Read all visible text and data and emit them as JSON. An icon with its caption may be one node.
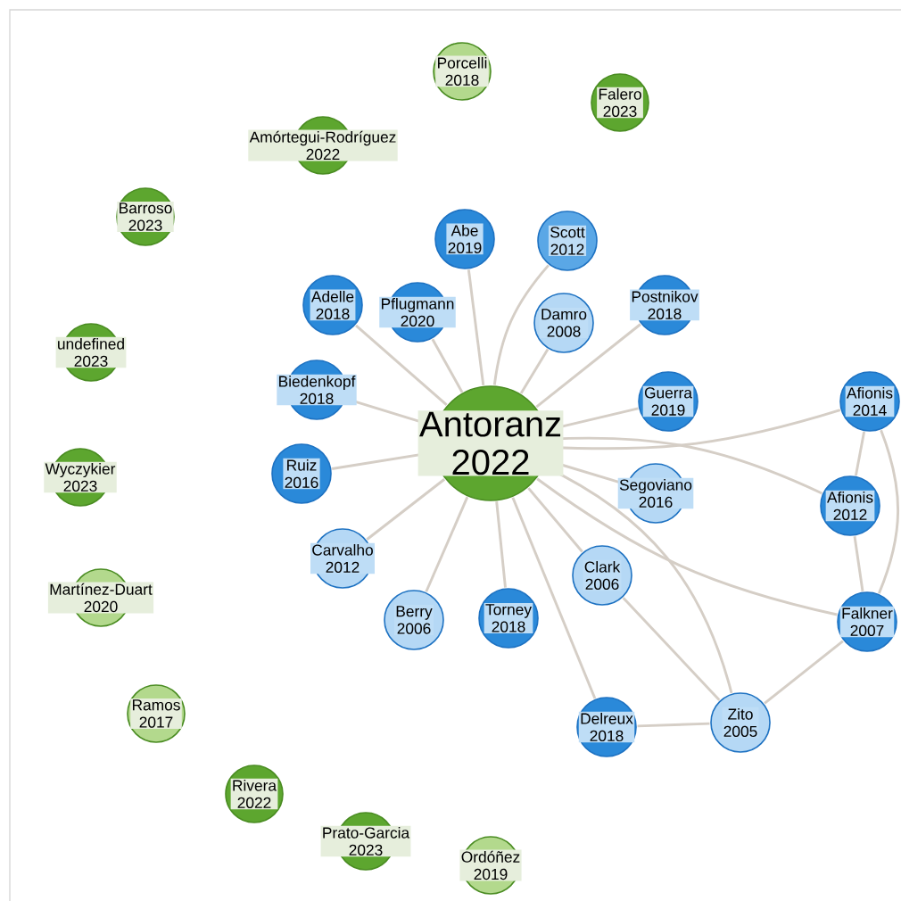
{
  "diagram": {
    "nodes": [
      {
        "text": [
          "Porcelli 2018"
        ]
      },
      {
        "text": [
          "Falero 2023"
        ]
      },
      {
        "text": [
          "Amórtegui-Rodríguez 2022"
        ]
      },
      {
        "text": [
          "Barroso 2023"
        ]
      },
      {
        "text": [
          "undefined 2023"
        ]
      },
      {
        "text": [
          "Wyczykier 2023"
        ]
      },
      {
        "text": [
          "Martínez-Duart 2020"
        ]
      },
      {
        "text": [
          "Ramos 2017"
        ]
      },
      {
        "text": [
          "Rivera 2022"
        ]
      },
      {
        "text": [
          "Prato-Garcia 2023"
        ]
      },
      {
        "text": [
          "Ordóñez 2019"
        ]
      },
      {
        "text": [
          "Antoranz 2022"
        ]
      },
      {
        "text": [
          "Abe 2019"
        ]
      },
      {
        "text": [
          "Scott 2012"
        ]
      },
      {
        "text": [
          "Adelle 2018"
        ]
      },
      {
        "text": [
          "Pflugmann 2020"
        ]
      },
      {
        "text": [
          "Damro 2008"
        ]
      },
      {
        "text": [
          "Postnikov 2018"
        ]
      },
      {
        "text": [
          "Biedenkopf 2018"
        ]
      },
      {
        "text": [
          "Guerra 2019"
        ]
      },
      {
        "text": [
          "Afionis 2014"
        ]
      },
      {
        "text": [
          "Ruiz 2016"
        ]
      },
      {
        "text": [
          "Segoviano 2016"
        ]
      },
      {
        "text": [
          "Afionis 2012"
        ]
      },
      {
        "text": [
          "Carvalho 2012"
        ]
      },
      {
        "text": [
          "Clark 2006"
        ]
      },
      {
        "text": [
          "Berry 2006"
        ]
      },
      {
        "text": [
          "Torney 2018"
        ]
      },
      {
        "text": [
          "Falkner 2007"
        ]
      },
      {
        "text": [
          "Delreux 2018"
        ]
      },
      {
        "text": [
          "Zito 2005"
        ]
      }
    ],
    "edges": [
      {
        "from": 11,
        "to": 12,
        "arrow": "none"
      },
      {
        "from": 11,
        "to": 13,
        "arrow": "none"
      },
      {
        "from": 11,
        "to": 14,
        "arrow": "none"
      },
      {
        "from": 11,
        "to": 15,
        "arrow": "none"
      },
      {
        "from": 11,
        "to": 16,
        "arrow": "none"
      },
      {
        "from": 11,
        "to": 17,
        "arrow": "none"
      },
      {
        "from": 11,
        "to": 18,
        "arrow": "none"
      },
      {
        "from": 11,
        "to": 19,
        "arrow": "none"
      },
      {
        "from": 11,
        "to": 20,
        "arrow": "none"
      },
      {
        "from": 11,
        "to": 21,
        "arrow": "none"
      },
      {
        "from": 11,
        "to": 22,
        "arrow": "none"
      },
      {
        "from": 11,
        "to": 23,
        "arrow": "none"
      },
      {
        "from": 11,
        "to": 24,
        "arrow": "none"
      },
      {
        "from": 11,
        "to": 25,
        "arrow": "none"
      },
      {
        "from": 11,
        "to": 26,
        "arrow": "none"
      },
      {
        "from": 11,
        "to": 27,
        "arrow": "none"
      },
      {
        "from": 11,
        "to": 28,
        "arrow": "none"
      },
      {
        "from": 11,
        "to": 29,
        "arrow": "none"
      },
      {
        "from": 11,
        "to": 30,
        "arrow": "none"
      },
      {
        "from": 20,
        "to": 23,
        "arrow": "none"
      },
      {
        "from": 20,
        "to": 28,
        "arrow": "none"
      },
      {
        "from": 23,
        "to": 28,
        "arrow": "none"
      },
      {
        "from": 25,
        "to": 30,
        "arrow": "none"
      },
      {
        "from": 29,
        "to": 30,
        "arrow": "none"
      },
      {
        "from": 30,
        "to": 28,
        "arrow": "none"
      }
    ]
  }
}
